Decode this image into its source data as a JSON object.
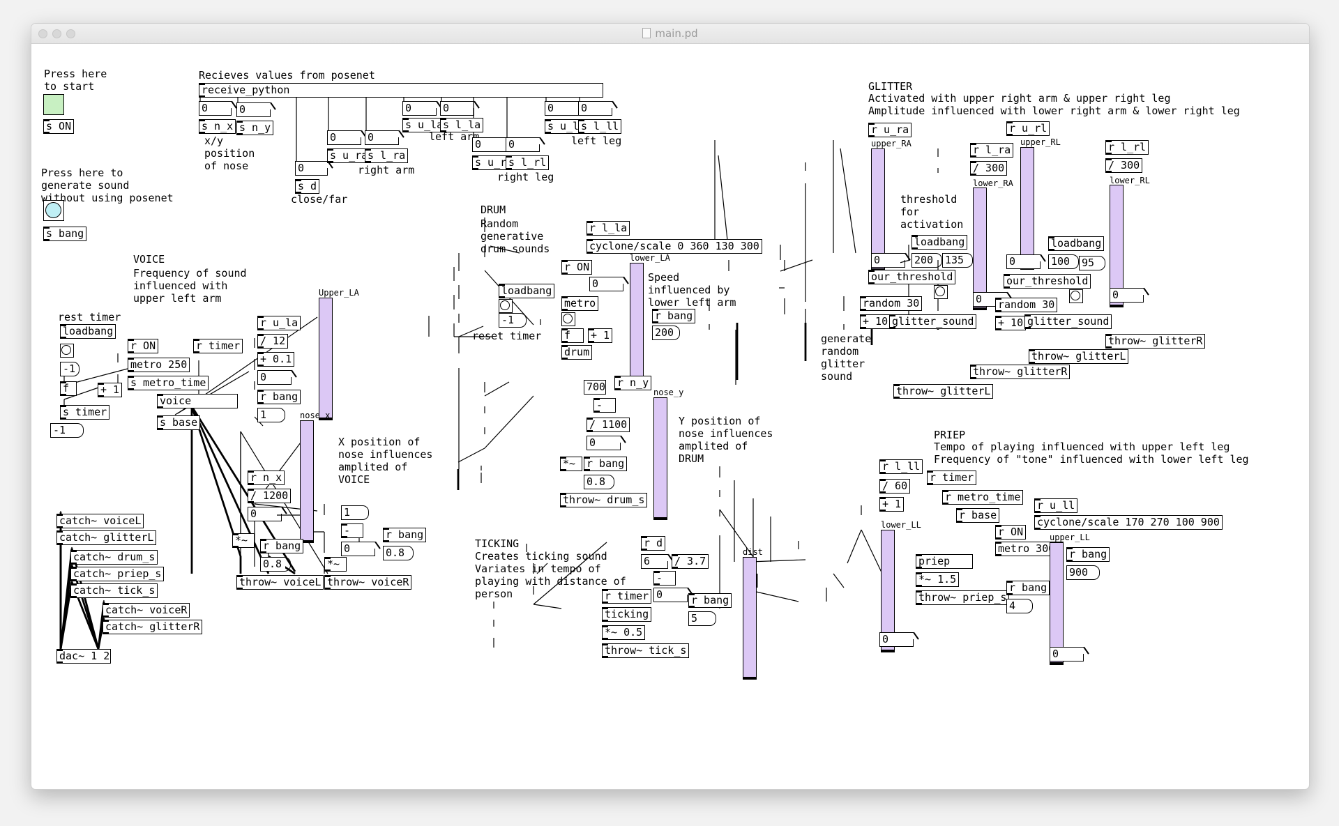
{
  "window": {
    "title": "main.pd"
  },
  "comments": {
    "press_start": "Press here\nto start",
    "press_sound": "Press here to\ngenerate sound\nwithout using posenet",
    "receives": "Recieves values from posenet",
    "nose_xy": "x/y\nposition\nof nose",
    "close_far": "close/far",
    "right_arm": "right arm",
    "left_arm": "left arm",
    "right_leg": "right leg",
    "left_leg": "left leg",
    "voice": "VOICE",
    "voice_desc": "Frequency of sound\ninfluenced with\nupper left arm",
    "rest_timer": "rest timer",
    "x_voice": "X position of\nnose influences\namplited of\nVOICE",
    "drum": "DRUM",
    "drum_desc": "Random\ngenerative\ndrum sounds",
    "reset_timer": "reset timer",
    "speed": "Speed\ninfluenced by\nlower left arm",
    "y_drum": "Y position of\nnose influences\namplited of\nDRUM",
    "ticking": "TICKING",
    "ticking_desc": "Creates ticking sound\nVariates in tempo of\nplaying with distance of\nperson",
    "glitter": "GLITTER",
    "glitter_desc": "Activated with upper right arm & upper right leg\nAmplitude influenced with lower right arm & lower right leg",
    "threshold": "threshold\nfor\nactivation",
    "gen_glitter": "generate\nrandom\nglitter\nsound",
    "priep": "PRIEP",
    "priep_desc": "Tempo of playing influenced with upper left leg\nFrequency of \"tone\" influenced with lower left leg"
  },
  "objects": {
    "s_on_start": "s ON",
    "s_bang": "s bang",
    "receive_python": "receive_python",
    "s_n_x": "s n_x",
    "s_n_y": "s n_y",
    "s_d": "s d",
    "s_u_ra": "s u_ra",
    "s_l_ra": "s l_ra",
    "s_u_la": "s u_la",
    "s_l_la": "s l_la",
    "s_u_rl": "s u_rl",
    "s_l_rl": "s l_rl",
    "s_u_ll": "s u_ll",
    "s_l_ll": "s l_ll",
    "voice_loadbang": "loadbang",
    "r_on_voice": "r ON",
    "metro_250": "metro 250",
    "s_metro_time": "s metro_time",
    "r_timer_voice": "r timer",
    "f_voice": "f",
    "plus1_voice": "+ 1",
    "s_timer": "s timer",
    "voice": "voice",
    "s_base": "s base",
    "r_u_la": "r u_la",
    "div12": "/ 12",
    "plus01": "+ 0.1",
    "r_bang_voice": "r bang",
    "r_n_x": "r n_x",
    "div1200": "/ 1200",
    "minus_voice": "-",
    "r_bang_voice2": "r bang",
    "mul_voice_l": "*~",
    "mul_voice_r": "*~",
    "r_bang_voice3": "r bang",
    "throw_voicel": "throw~ voiceL",
    "throw_voicer": "throw~ voiceR",
    "catch_voicel": "catch~ voiceL",
    "catch_glitterl": "catch~ glitterL",
    "catch_drum_s": "catch~ drum_s",
    "catch_priep_s": "catch~ priep_s",
    "catch_tick_s": "catch~ tick_s",
    "catch_voicer": "catch~ voiceR",
    "catch_glitterr": "catch~ glitterR",
    "dac": "dac~ 1 2",
    "drum_loadbang": "loadbang",
    "r_on_drum": "r ON",
    "metro_drum": "metro",
    "f_drum": "f",
    "plus1_drum": "+ 1",
    "drum": "drum",
    "r_l_la": "r l_la",
    "scale_drum": "cyclone/scale 0 360 130 300",
    "r_bang_drum": "r bang",
    "r_n_y": "r n_y",
    "minus_drum": "-",
    "div1100": "/ 1100",
    "mul_drum": "*~",
    "r_bang_drum2": "r bang",
    "throw_drum": "throw~ drum_s",
    "r_d": "r d",
    "div37": "/ 3.7",
    "minus_tick": "-",
    "r_timer_tick": "r timer",
    "r_bang_tick": "r bang",
    "ticking": "ticking",
    "mul05": "*~ 0.5",
    "throw_tick": "throw~ tick_s",
    "r_u_ra": "r u_ra",
    "r_l_ra": "r l_ra",
    "div300_ra": "/ 300",
    "loadbang_ra": "loadbang",
    "our_threshold_ra": "our_threshold",
    "random30_ra": "random 30",
    "plus10_ra": "+ 10",
    "glitter_sound_ra": "glitter_sound",
    "throw_glitterl": "throw~ glitterL",
    "throw_glitterr_ra": "throw~ glitterR",
    "r_u_rl": "r u_rl",
    "r_l_rl": "r l_rl",
    "div300_rl": "/ 300",
    "loadbang_rl": "loadbang",
    "our_threshold_rl": "our_threshold",
    "random30_rl": "random 30",
    "plus10_rl": "+ 10",
    "glitter_sound_rl": "glitter_sound",
    "throw_glitterl_rl": "throw~ glitterL",
    "throw_glitterr_rl": "throw~ glitterR",
    "r_l_ll": "r l_ll",
    "div60": "/ 60",
    "plus1_priep": "+ 1",
    "r_timer_priep": "r timer",
    "r_metro_time": "r metro_time",
    "r_base": "r base",
    "r_on_priep": "r ON",
    "metro3000": "metro 3000",
    "priep": "priep",
    "mul15": "*~ 1.5",
    "throw_priep": "throw~ priep_s",
    "r_bang_priep": "r bang",
    "r_u_ll": "r u_ll",
    "scale_priep": "cyclone/scale 170 270 100 900",
    "r_bang_priep2": "r bang"
  },
  "numbers": {
    "nx": "0",
    "ny": "0",
    "d": "0",
    "ura": "0",
    "lra": "0",
    "ula": "0",
    "lla": "0",
    "url": "0",
    "lrl": "0",
    "ull": "0",
    "lll": "0",
    "voice_u_la": "0",
    "voice_nx": "0",
    "voice_minus": "0",
    "drum_lla": "0",
    "drum_ny": "0",
    "drum_700": "700",
    "tick_d": "6",
    "tick_val": "0",
    "ra_thresh_low": "0",
    "ra_l": "0",
    "rl_thresh_low": "0",
    "rl_l": "0",
    "priep_l": "0",
    "priep_u": "0"
  },
  "messages": {
    "voice_neg1": "-1",
    "voice_neg1b": "-1",
    "voice_1": "1",
    "voice_1b": "1",
    "voice_08": "0.8",
    "voice_08b": "0.8",
    "drum_neg1": "-1",
    "drum_200": "200",
    "drum_08": "0.8",
    "tick_5": "5",
    "ra_200": "200",
    "ra_135": "135",
    "rl_100": "100",
    "rl_95": "95",
    "priep_4": "4",
    "priep_900": "900"
  },
  "sliders": {
    "upper_la": "Upper_LA",
    "nose_x": "nose_x",
    "lower_la": "lower_LA",
    "nose_y": "nose_y",
    "dist": "dist",
    "upper_ra": "upper_RA",
    "lower_ra": "lower_RA",
    "upper_rl": "upper_RL",
    "lower_rl": "lower_RL",
    "lower_ll": "lower_LL",
    "upper_ll": "upper_LL"
  }
}
